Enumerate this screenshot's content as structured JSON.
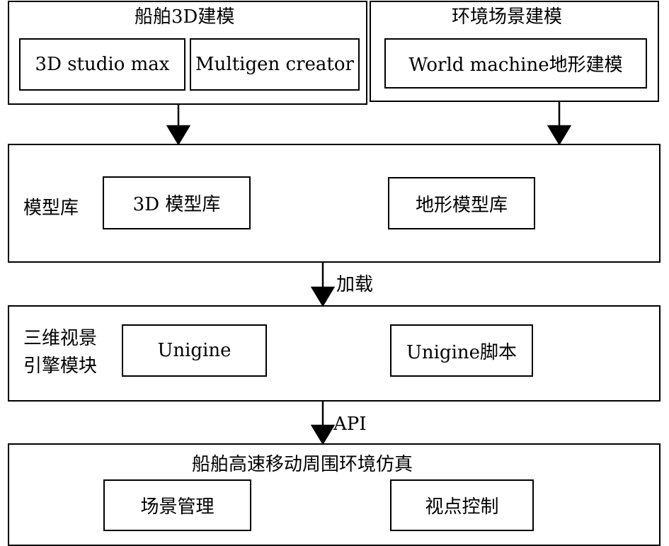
{
  "ship_modeling": {
    "title": "船舶3D建模",
    "tools": [
      "3D studio max",
      "Multigen creator"
    ]
  },
  "environment_modeling": {
    "title": "环境场景建模",
    "tool": "World machine地形建模"
  },
  "model_library": {
    "label": "模型库",
    "items": [
      "3D 模型库",
      "地形模型库"
    ]
  },
  "edge_load": "加载",
  "engine_module": {
    "label_line1": "三维视景",
    "label_line2": "引擎模块",
    "items": [
      "Unigine",
      "Unigine脚本"
    ]
  },
  "edge_api": "API",
  "simulation": {
    "title": "船舶高速移动周围环境仿真",
    "items": [
      "场景管理",
      "视点控制"
    ]
  }
}
